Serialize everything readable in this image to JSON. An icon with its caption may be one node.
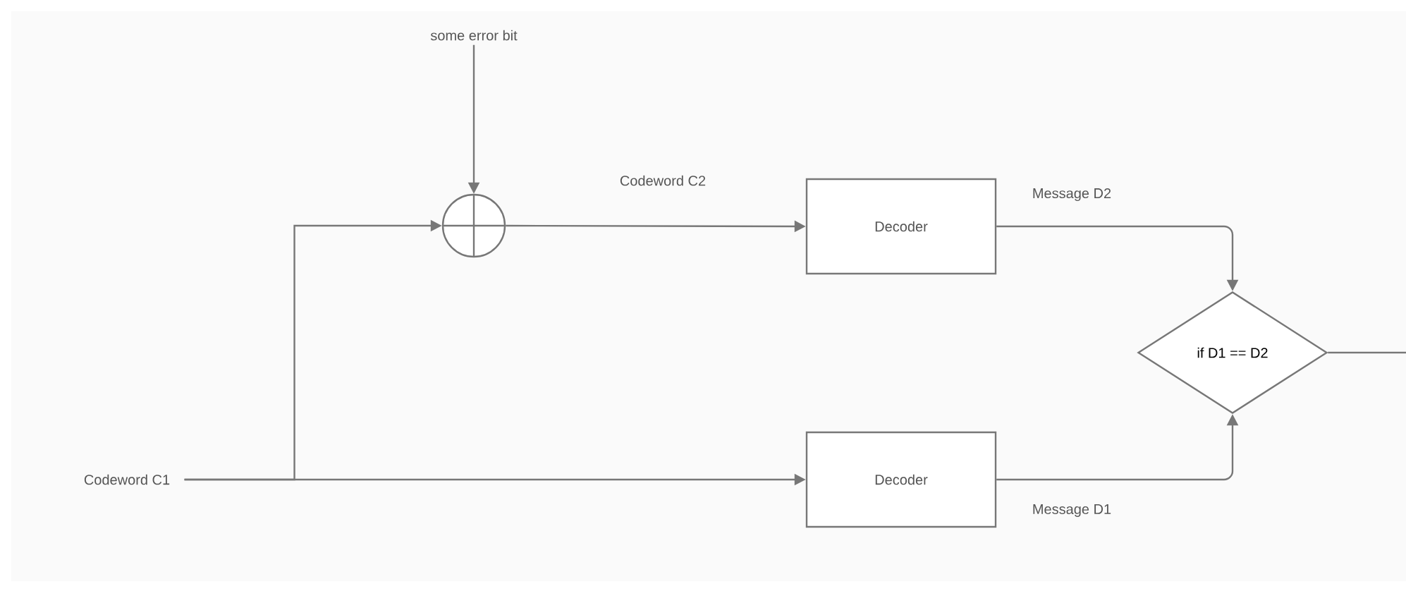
{
  "diagram": {
    "nodes": [
      {
        "text": [
          "some error bit"
        ]
      },
      {
        "text": [
          "Codeword C1"
        ]
      },
      {
        "text": [],
        "shape": "circle"
      },
      {
        "text": [
          "Decoder"
        ]
      },
      {
        "text": [
          "Decoder"
        ]
      },
      {
        "text": [
          "if D1 == D2"
        ]
      }
    ],
    "edges": [
      {
        "from": 0,
        "to": 2,
        "arrow": "to"
      },
      {
        "from": 1,
        "to": 2,
        "arrow": "to"
      },
      {
        "from": 1,
        "to": 4,
        "arrow": "to"
      },
      {
        "from": 2,
        "to": 3,
        "arrow": "to",
        "label": "Codeword C2"
      },
      {
        "from": 3,
        "to": 5,
        "arrow": "to",
        "label": "Message D2"
      },
      {
        "from": 4,
        "to": 5,
        "arrow": "to",
        "label": "Message D1"
      },
      {
        "from": 5,
        "to": null,
        "arrow": "none"
      }
    ]
  }
}
